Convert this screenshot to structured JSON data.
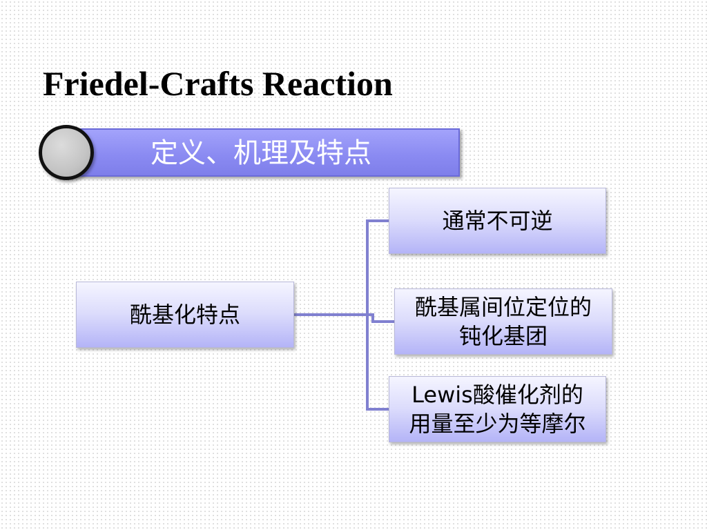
{
  "slide": {
    "title": "Friedel-Crafts Reaction"
  },
  "section": {
    "label": "定义、机理及特点"
  },
  "diagram": {
    "root": {
      "text": "酰基化特点"
    },
    "children": [
      {
        "lines": [
          "通常不可逆"
        ]
      },
      {
        "lines": [
          "酰基属间位定位的",
          "钝化基团"
        ]
      },
      {
        "lines": [
          "Lewis酸催化剂的",
          "用量至少为等摩尔"
        ]
      }
    ]
  },
  "colors": {
    "section_bar": "#8b8bf2",
    "node_fill_top": "#f5f5ff",
    "node_fill_bottom": "#b4b4f7",
    "connector": "#8080d0"
  }
}
